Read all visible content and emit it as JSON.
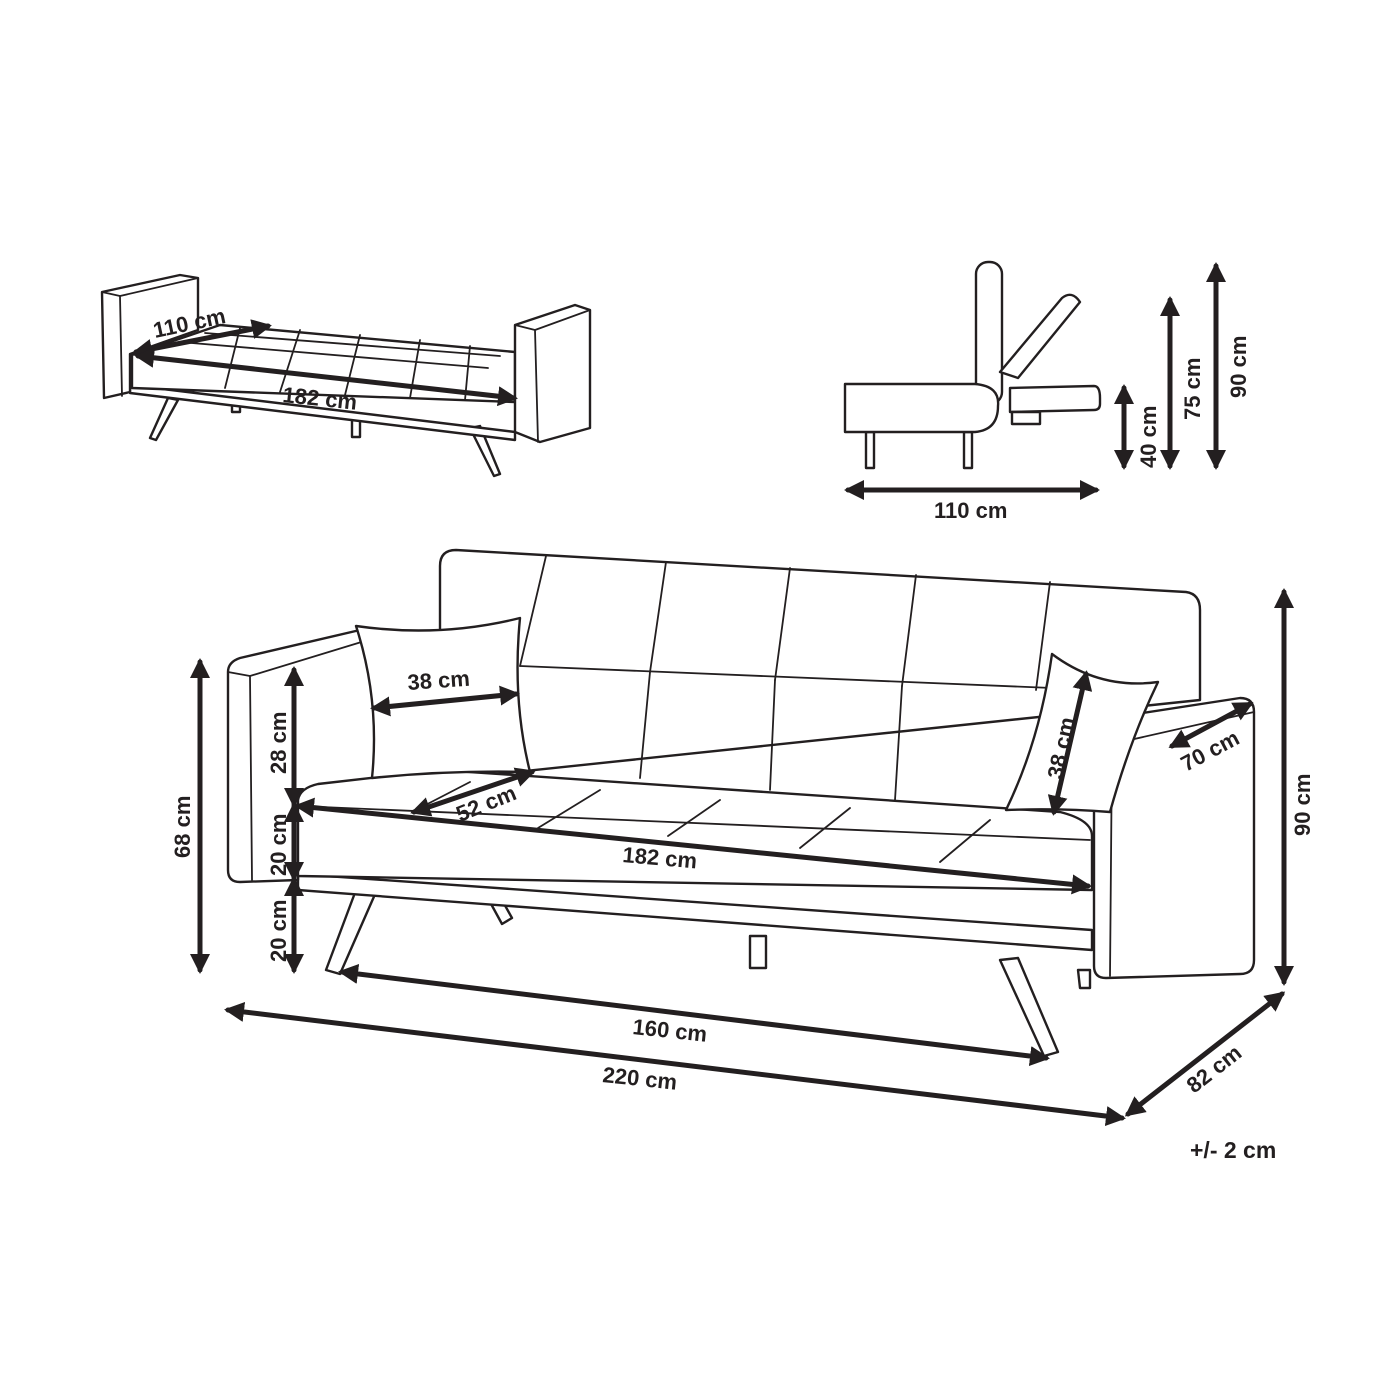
{
  "labels": {
    "bed_width": "110 cm",
    "bed_length": "182 cm",
    "side_depth": "110 cm",
    "side_seat_height": "40 cm",
    "side_mid_height": "75 cm",
    "side_total_height": "90 cm",
    "cushion_width": "38 cm",
    "cushion_height": "38 cm",
    "arm_width": "70 cm",
    "seat_depth": "52 cm",
    "seat_width": "182 cm",
    "back_height": "28 cm",
    "seat_thickness": "20 cm",
    "leg_height": "20 cm",
    "arm_height": "68 cm",
    "total_height": "90 cm",
    "leg_span": "160 cm",
    "total_width": "220 cm",
    "total_depth": "82 cm",
    "tolerance": "+/- 2 cm"
  },
  "colors": {
    "line": "#231f20",
    "background": "#ffffff"
  }
}
